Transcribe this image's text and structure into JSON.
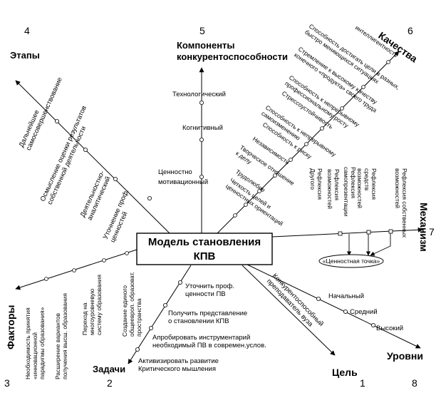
{
  "center": {
    "line1": "Модель становления",
    "line2": "КПВ"
  },
  "numbers": {
    "n1": "1",
    "n2": "2",
    "n3": "3",
    "n4": "4",
    "n5": "5",
    "n6": "6",
    "n7": "7",
    "n8": "8"
  },
  "headings": {
    "stages": "Этапы",
    "components_line1": "Компоненты",
    "components_line2": "конкурентоспособности",
    "qualities": "Качества",
    "mechanism": "Механизм",
    "levels": "Уровни",
    "goal": "Цель",
    "tasks": "Задачи",
    "factors": "Факторы"
  },
  "stages": [
    {
      "line1": "Дальнейшее",
      "line2": "самосовершенствование"
    },
    {
      "line1": "Осмысление оценки результатов",
      "line2": "собственной деятельности"
    },
    {
      "line1": "Деятельностно-",
      "line2": "аналитический"
    },
    {
      "line1": "Уточнение проф.",
      "line2": "ценностей"
    }
  ],
  "components": [
    "Технологический",
    "Когнитивный",
    "Ценностно",
    "мотивационный"
  ],
  "qualities": [
    {
      "line1": "Способность достигать цели в разных,",
      "line2": "быстро меняющихся ситуациях"
    },
    {
      "line1": "интеллигентность",
      "line2": ""
    },
    {
      "line1": "Стремление к высокому качеству",
      "line2": "конечного «продукта» своего труда"
    },
    {
      "line1": "Способность к непрерывному",
      "line2": "профессиональному росту"
    },
    {
      "line1": "Стрессоустойчивость",
      "line2": ""
    },
    {
      "line1": "Способность к непрерывному",
      "line2": "самоизменению"
    },
    {
      "line1": "Способность к риску",
      "line2": ""
    },
    {
      "line1": "Независимость",
      "line2": ""
    },
    {
      "line1": "Творческое отношение",
      "line2": "к делу"
    },
    {
      "line1": "Трудолюбие",
      "line2": ""
    },
    {
      "line1": "Четкость целей и",
      "line2": "ценностных ориентаций"
    }
  ],
  "mechanism": [
    {
      "line1": "Рефлексия",
      "line2": "Другого"
    },
    {
      "line1": "Рефлексия",
      "line2": "возможностей"
    },
    {
      "line1": "Рефлексия",
      "line2": "самопрезентации"
    },
    {
      "line1": "Рефлексия",
      "line2": "средств",
      "line3": "возможностей"
    },
    {
      "line1": "Рефлексия собственных",
      "line2": "возможностей"
    }
  ],
  "value_point": "«Ценностная точка»",
  "goal_text": {
    "line1": "Конкурентоспособный",
    "line2": "преподаватель вуза"
  },
  "levels": [
    "Начальный",
    "Средний",
    "Высокий"
  ],
  "tasks": [
    {
      "line1": "Уточнить проф.",
      "line2": "ценности ПВ"
    },
    {
      "line1": "Получить представление",
      "line2": "о становлении КПВ"
    },
    {
      "line1": "Апробировать инструментарий",
      "line2": "необходимый ПВ в современ.услов."
    },
    {
      "line1": "Активизировать развитие",
      "line2": "Критического мышления"
    }
  ],
  "factors": [
    {
      "line1": "Необходимость принятия",
      "line2": "«инновационной",
      "line3": "парадигмы образования»"
    },
    {
      "line1": "Расширение вариантов",
      "line2": "получения высш. образования",
      "line3": ""
    },
    {
      "line1": "Переход на",
      "line2": "многоуровневую",
      "line3": "систему образования"
    },
    {
      "line1": "Создание единого",
      "line2": "общеевроп. образоват.",
      "line3": "пространства"
    }
  ]
}
